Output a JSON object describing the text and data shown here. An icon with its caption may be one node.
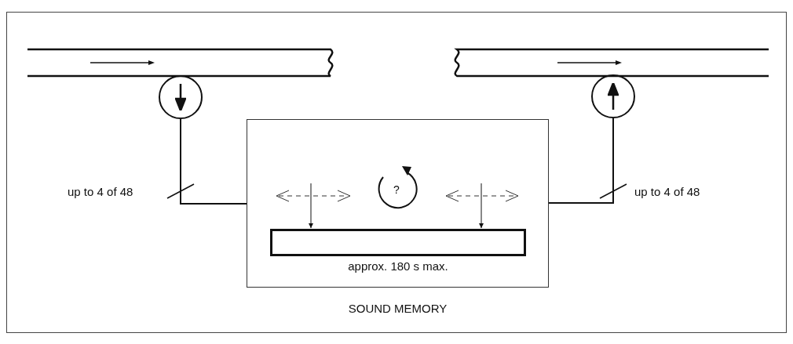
{
  "diagram": {
    "nodes": [
      {
        "text": [],
        "shape": "bar"
      },
      {
        "text": [],
        "shape": "bar"
      },
      {
        "text": [],
        "shape": "circle"
      },
      {
        "text": [],
        "shape": "circle"
      },
      {
        "text": [
          "SOUND MEMORY"
        ]
      },
      {
        "text": [],
        "shape": "bar",
        "in": 4,
        "beside": [
          "approx. 180 s max."
        ]
      },
      {
        "text": [
          "?"
        ],
        "in": 4
      }
    ],
    "edges": [
      {
        "from": 2,
        "to": 4,
        "arrow": "none",
        "label": "up to 4 of 48"
      },
      {
        "from": 4,
        "to": 3,
        "arrow": "none",
        "label": "up to 4 of 48"
      },
      {
        "from": null,
        "to": 5,
        "arrow": "to"
      },
      {
        "from": null,
        "to": 5,
        "arrow": "to"
      }
    ]
  }
}
